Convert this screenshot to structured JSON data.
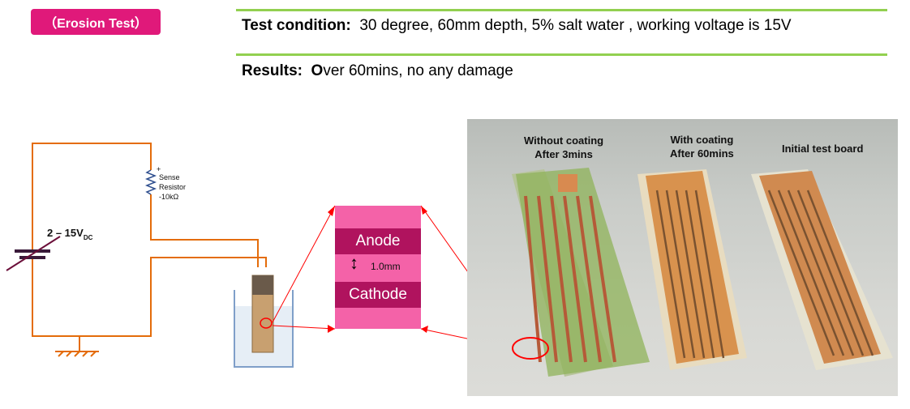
{
  "badge": {
    "label": "（Erosion Test）"
  },
  "test_condition": {
    "label": "Test condition:",
    "value": "30 degree, 60mm depth, 5% salt water , working voltage is 15V"
  },
  "results": {
    "label": "Results:",
    "value_first": "O",
    "value_rest": "ver 60mins, no any damage"
  },
  "circuit": {
    "voltage_main": "2 – 15V",
    "voltage_sub": "DC",
    "resistor_plus": "+",
    "resistor_line1": "Sense",
    "resistor_line2": "Resistor",
    "resistor_line3": "-10kΩ"
  },
  "electrode": {
    "anode": "Anode",
    "gap": "1.0mm",
    "cathode": "Cathode"
  },
  "photo": {
    "label_left_line1": "Without coating",
    "label_left_line2": "After 3mins",
    "label_mid_line1": "With coating",
    "label_mid_line2": "After 60mins",
    "label_right": "Initial test board"
  },
  "colors": {
    "wire": "#e46c0a",
    "badge": "#e0197a",
    "rule": "#92d050",
    "electrode_box": "#f462a8",
    "electrode_band": "#b0135e",
    "pointer": "#ff0000"
  }
}
